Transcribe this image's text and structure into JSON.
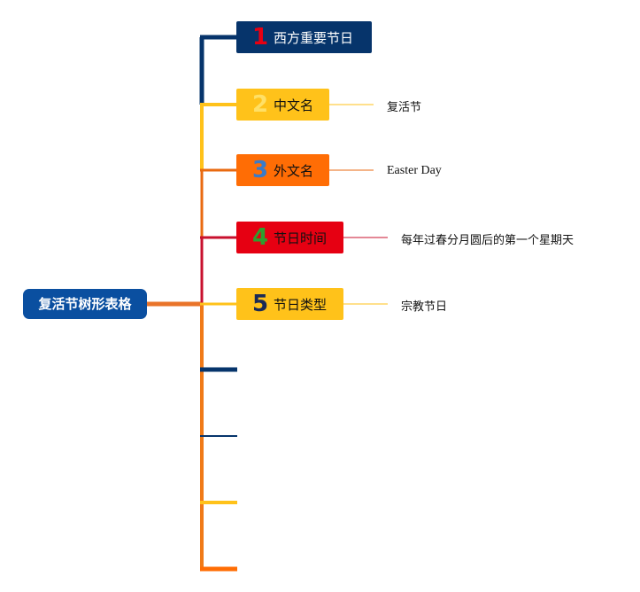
{
  "root": {
    "label": "复活节树形表格"
  },
  "colors": {
    "navy": "#06346b",
    "yellow": "#ffc21a",
    "orange": "#ff6d05",
    "red": "#e60012",
    "dark_orange": "#e9742a",
    "root_blue": "#0a4fa0"
  },
  "branches": [
    {
      "number": "1",
      "label": "西方重要节日",
      "box_color": "#06346b",
      "number_color": "#e60012",
      "label_color": "#ffffff",
      "connector_color": "#06346b",
      "leaf": ""
    },
    {
      "number": "2",
      "label": "中文名",
      "box_color": "#ffc21a",
      "number_color": "#ffe066",
      "label_color": "#111111",
      "connector_color": "#ffc21a",
      "leaf": "复活节"
    },
    {
      "number": "3",
      "label": "外文名",
      "box_color": "#ff6d05",
      "number_color": "#3a7bc8",
      "label_color": "#111111",
      "connector_color": "#e96a10",
      "leaf": "Easter Day"
    },
    {
      "number": "4",
      "label": "节日时间",
      "box_color": "#e60012",
      "number_color": "#2e9e2e",
      "label_color": "#111111",
      "connector_color": "#c8102e",
      "leaf": "每年过春分月圆后的第一个星期天"
    },
    {
      "number": "5",
      "label": "节日类型",
      "box_color": "#ffc21a",
      "number_color": "#1a2a55",
      "label_color": "#111111",
      "connector_color": "#ffc21a",
      "leaf": "宗教节日"
    }
  ],
  "empty_stubs": [
    {
      "color": "#06346b"
    },
    {
      "color": "#06346b"
    },
    {
      "color": "#ffc21a"
    },
    {
      "color": "#ff6d05"
    }
  ]
}
